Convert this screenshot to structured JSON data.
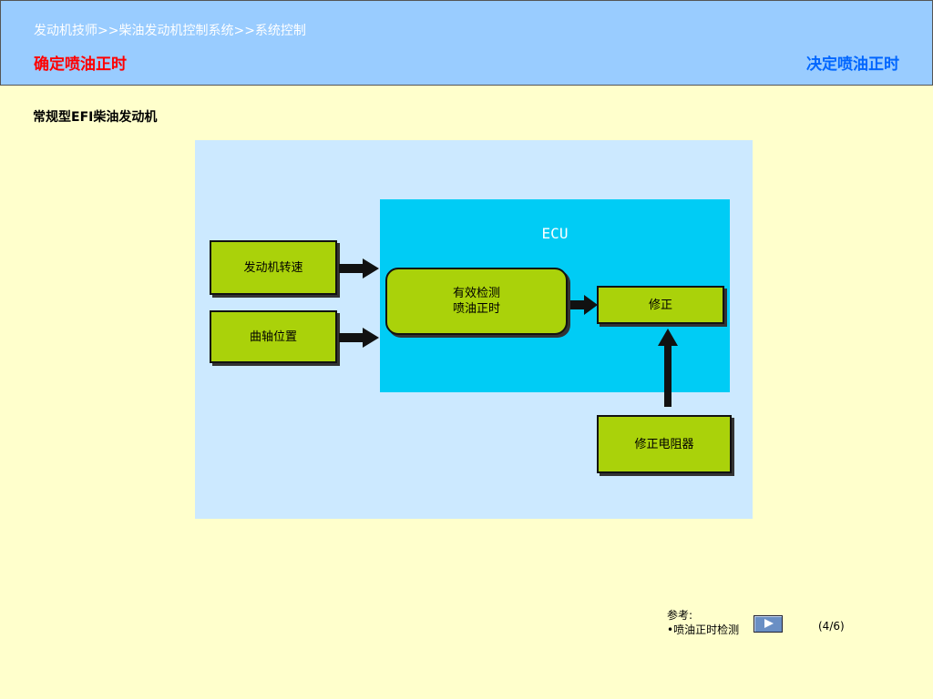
{
  "header": {
    "breadcrumb": "发动机技师>>柴油发动机控制系统>>系统控制",
    "title_left": "确定喷油正时",
    "title_right": "决定喷油正时"
  },
  "section_title": "常规型EFI柴油发动机",
  "diagram": {
    "ecu_label": "ECU",
    "boxes": {
      "engine_speed": "发动机转速",
      "crank_position": "曲轴位置",
      "detect_line1": "有效检测",
      "detect_line2": "喷油正时",
      "correction": "修正",
      "correction_resistor": "修正电阻器"
    }
  },
  "footer": {
    "reference_label": "参考:",
    "reference_link": "•喷油正时检测",
    "page": "(4/6)"
  }
}
